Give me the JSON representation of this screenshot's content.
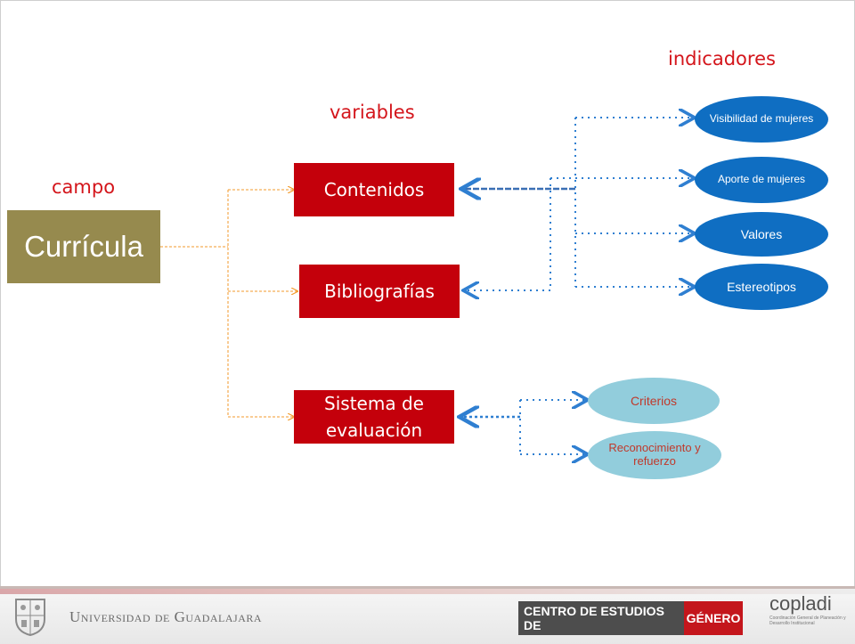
{
  "headings": {
    "indicators": "indicadores",
    "variables": "variables",
    "field": "campo"
  },
  "field_box": {
    "label": "Currícula",
    "color": "#968a4e"
  },
  "variables": [
    {
      "label": "Contenidos"
    },
    {
      "label": "Bibliografías"
    },
    {
      "label": "Sistema de evaluación"
    }
  ],
  "indicators_blue": [
    {
      "label": "Visibilidad de mujeres"
    },
    {
      "label": "Aporte de mujeres"
    },
    {
      "label": "Valores"
    },
    {
      "label": "Estereotipos"
    }
  ],
  "indicators_light": [
    {
      "label": "Criterios"
    },
    {
      "label": "Reconocimiento y refuerzo"
    }
  ],
  "colors": {
    "heading": "#d4151b",
    "variable_box": "#c4000b",
    "blue_oval": "#0f6ec2",
    "light_oval": "#92cddc",
    "tree_line": "#f39a2b",
    "dotted": "#2f7fd1"
  },
  "footer": {
    "university": "Universidad de Guadalajara",
    "center_left": "CENTRO DE ESTUDIOS DE",
    "center_right": "GÉNERO",
    "copladi_logo": "copladi",
    "copladi_sub": "Coordinación General de Planeación y Desarrollo Institucional"
  }
}
